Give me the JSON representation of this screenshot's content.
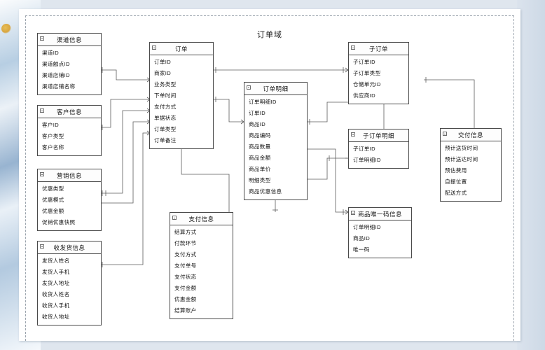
{
  "document": {
    "title": "订单域"
  },
  "icons": {
    "collapse": "collapse-box-icon"
  },
  "colors": {
    "page_background": "#ffffff",
    "canvas_background": "#dfe6ee",
    "entity_border": "#4a4a4a",
    "connector": "#5b5b5b",
    "text": "#141414"
  },
  "entities": [
    {
      "id": "channel-info",
      "title": "渠道信息",
      "fields": [
        "渠道ID",
        "渠道触点ID",
        "渠道店铺ID",
        "渠道店铺名称"
      ]
    },
    {
      "id": "customer-info",
      "title": "客户信息",
      "fields": [
        "客户ID",
        "客户类型",
        "客户名称"
      ]
    },
    {
      "id": "marketing-info",
      "title": "营销信息",
      "fields": [
        "优惠类型",
        "优惠模式",
        "优惠金额",
        "促销优惠快照"
      ]
    },
    {
      "id": "shipping-info",
      "title": "收发货信息",
      "fields": [
        "发货人姓名",
        "发货人手机",
        "发货人地址",
        "收货人姓名",
        "收货人手机",
        "收货人地址"
      ]
    },
    {
      "id": "order",
      "title": "订单",
      "fields": [
        "订单ID",
        "商家ID",
        "业务类型",
        "下单时间",
        "支付方式",
        "单据状态",
        "订单类型",
        "订单备注"
      ]
    },
    {
      "id": "order-detail",
      "title": "订单明细",
      "fields": [
        "订单明细ID",
        "订单ID",
        "商品ID",
        "商品编码",
        "商品数量",
        "商品金额",
        "商品单价",
        "明细类型",
        "商品优惠信息"
      ]
    },
    {
      "id": "sub-order",
      "title": "子订单",
      "fields": [
        "子订单ID",
        "子订单类型",
        "仓储单元ID",
        "供应商ID"
      ]
    },
    {
      "id": "sub-order-detail",
      "title": "子订单明细",
      "fields": [
        "子订单ID",
        "订单明细ID"
      ]
    },
    {
      "id": "delivery-info",
      "title": "交付信息",
      "fields": [
        "预计送货时间",
        "预计送达时间",
        "预估费用",
        "自提位置",
        "配送方式"
      ]
    },
    {
      "id": "payment-info",
      "title": "支付信息",
      "fields": [
        "结算方式",
        "付款环节",
        "支付方式",
        "支付单号",
        "支付状态",
        "支付金额",
        "优惠金额",
        "结算账户"
      ]
    },
    {
      "id": "product-unique-code-info",
      "title": "商品唯一码信息",
      "fields": [
        "订单明细ID",
        "商品ID",
        "唯一码"
      ]
    }
  ]
}
